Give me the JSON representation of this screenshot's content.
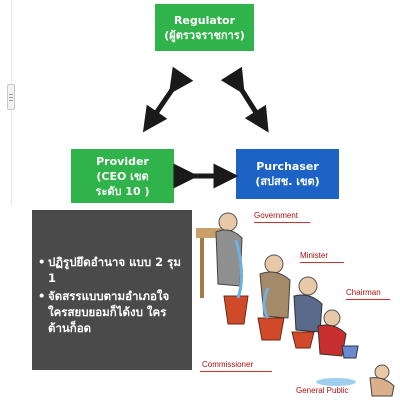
{
  "diagram": {
    "regulator": {
      "title": "Regulator",
      "subtitle": "(ผู้ตรวจราชการ)"
    },
    "provider": {
      "title": "Provider",
      "line2": "(CEO เขต",
      "line3": "ระดับ 10 )"
    },
    "purchaser": {
      "title": "Purchaser",
      "subtitle": "(สปสช. เขต)"
    }
  },
  "panel": {
    "bullets": [
      "ปฏิรูปยึดอำนาจ แบบ 2 รุม 1",
      "จัดสรรแบบตามอำเภอใจ ใครสยบยอมก็ได้งบ ใครต้านก็อด"
    ],
    "bullet_symbol": "•"
  },
  "cartoon": {
    "labels": [
      "Government",
      "Minister",
      "Chairman",
      "Commissioner",
      "General Public"
    ]
  },
  "colors": {
    "green_box": "#2fb34a",
    "blue_box": "#1c63c5",
    "panel_bg": "#4a4a4a",
    "arrow": "#1a1a1a",
    "label_red": "#b01010"
  }
}
